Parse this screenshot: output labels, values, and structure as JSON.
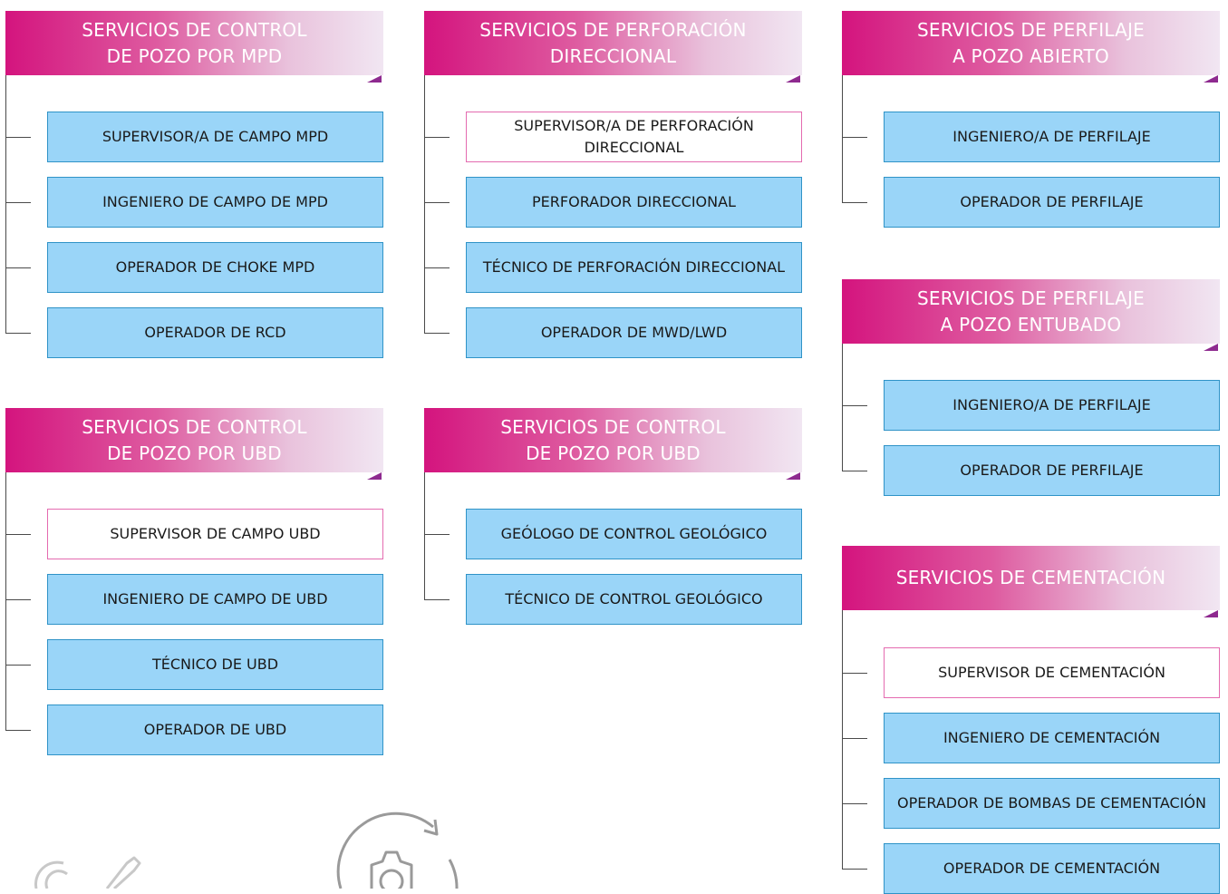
{
  "colors": {
    "header_start": "#d4147e",
    "header_end": "#f1e6f2",
    "item_fill": "#9ad5f8",
    "item_border": "#2f93c7",
    "highlight_border": "#e46bb0",
    "connector": "#4a4a4a",
    "header_corner_triangle": "#8e2a8f"
  },
  "groups": [
    {
      "title_line1": "SERVICIOS DE CONTROL",
      "title_line2": "DE POZO POR MPD",
      "items": [
        {
          "label": "SUPERVISOR/A DE CAMPO MPD",
          "highlight": false
        },
        {
          "label": "INGENIERO DE CAMPO DE MPD",
          "highlight": false
        },
        {
          "label": "OPERADOR DE CHOKE MPD",
          "highlight": false
        },
        {
          "label": "OPERADOR DE RCD",
          "highlight": false
        }
      ]
    },
    {
      "title_line1": "SERVICIOS DE PERFORACIÓN",
      "title_line2": "DIRECCIONAL",
      "items": [
        {
          "label": "SUPERVISOR/A DE PERFORACIÓN DIRECCIONAL",
          "highlight": true
        },
        {
          "label": "PERFORADOR DIRECCIONAL",
          "highlight": false
        },
        {
          "label": "TÉCNICO DE PERFORACIÓN DIRECCIONAL",
          "highlight": false
        },
        {
          "label": "OPERADOR DE MWD/LWD",
          "highlight": false
        }
      ]
    },
    {
      "title_line1": "SERVICIOS DE PERFILAJE",
      "title_line2": "A POZO ABIERTO",
      "items": [
        {
          "label": "INGENIERO/A DE PERFILAJE",
          "highlight": false
        },
        {
          "label": "OPERADOR DE PERFILAJE",
          "highlight": false
        }
      ]
    },
    {
      "title_line1": "SERVICIOS DE CONTROL",
      "title_line2": "DE POZO POR UBD",
      "items": [
        {
          "label": "SUPERVISOR DE CAMPO UBD",
          "highlight": true
        },
        {
          "label": "INGENIERO DE CAMPO DE UBD",
          "highlight": false
        },
        {
          "label": "TÉCNICO DE UBD",
          "highlight": false
        },
        {
          "label": "OPERADOR DE UBD",
          "highlight": false
        }
      ]
    },
    {
      "title_line1": "SERVICIOS DE CONTROL",
      "title_line2": "DE POZO POR UBD",
      "items": [
        {
          "label": "GEÓLOGO DE CONTROL GEOLÓGICO",
          "highlight": false
        },
        {
          "label": "TÉCNICO DE CONTROL GEOLÓGICO",
          "highlight": false
        }
      ]
    },
    {
      "title_line1": "SERVICIOS DE PERFILAJE",
      "title_line2": "A POZO ENTUBADO",
      "items": [
        {
          "label": "INGENIERO/A DE PERFILAJE",
          "highlight": false
        },
        {
          "label": "OPERADOR DE PERFILAJE",
          "highlight": false
        }
      ]
    },
    {
      "title_line1": "SERVICIOS DE CEMENTACIÓN",
      "title_line2": "",
      "items": [
        {
          "label": "SUPERVISOR DE CEMENTACIÓN",
          "highlight": true
        },
        {
          "label": "INGENIERO DE CEMENTACIÓN",
          "highlight": false
        },
        {
          "label": "OPERADOR DE BOMBAS DE CEMENTACIÓN",
          "highlight": false
        },
        {
          "label": "OPERADOR DE CEMENTACIÓN",
          "highlight": false
        }
      ]
    }
  ],
  "decorations": {
    "bottom_left_icon": "wrench-tools-icon",
    "bottom_center_icon": "gear-refresh-icon"
  }
}
